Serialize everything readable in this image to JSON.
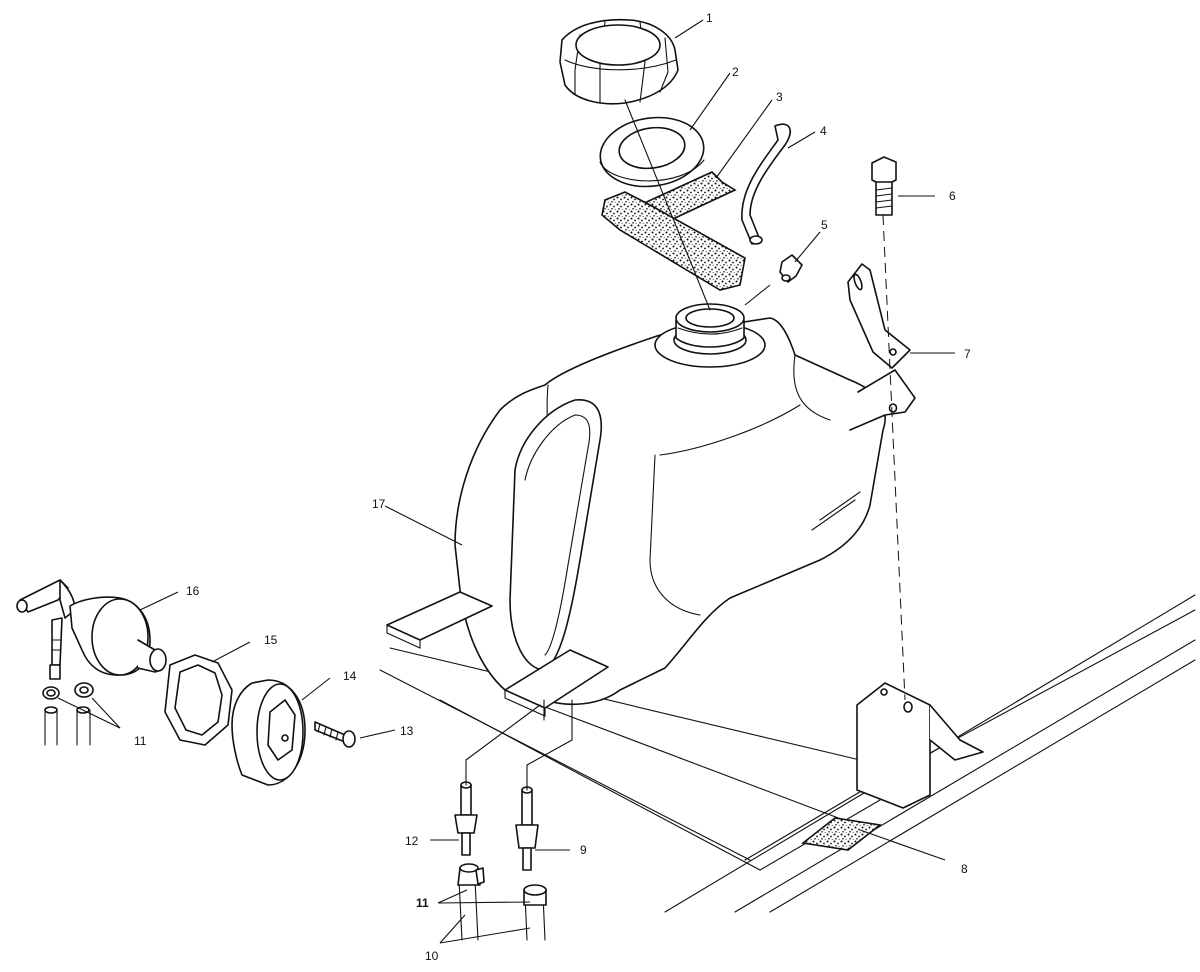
{
  "diagram": {
    "callouts": [
      {
        "id": "1",
        "label": "1"
      },
      {
        "id": "2",
        "label": "2"
      },
      {
        "id": "3",
        "label": "3"
      },
      {
        "id": "4",
        "label": "4"
      },
      {
        "id": "5",
        "label": "5"
      },
      {
        "id": "6",
        "label": "6"
      },
      {
        "id": "7",
        "label": "7"
      },
      {
        "id": "8",
        "label": "8"
      },
      {
        "id": "9",
        "label": "9"
      },
      {
        "id": "10",
        "label": "10"
      },
      {
        "id": "11a",
        "label": "11"
      },
      {
        "id": "11b",
        "label": "11"
      },
      {
        "id": "12",
        "label": "12"
      },
      {
        "id": "13",
        "label": "13"
      },
      {
        "id": "14",
        "label": "14"
      },
      {
        "id": "15",
        "label": "15"
      },
      {
        "id": "16",
        "label": "16"
      },
      {
        "id": "17",
        "label": "17"
      }
    ],
    "parts": [
      {
        "id": "1",
        "name": "fuel-cap"
      },
      {
        "id": "2",
        "name": "cap-gasket"
      },
      {
        "id": "3",
        "name": "foam-pad"
      },
      {
        "id": "4",
        "name": "vent-hose"
      },
      {
        "id": "5",
        "name": "vent-fitting"
      },
      {
        "id": "6",
        "name": "bolt"
      },
      {
        "id": "7",
        "name": "mount-bracket"
      },
      {
        "id": "8",
        "name": "frame-pad"
      },
      {
        "id": "9",
        "name": "fitting"
      },
      {
        "id": "10",
        "name": "fuel-line"
      },
      {
        "id": "11",
        "name": "hose-clamp"
      },
      {
        "id": "12",
        "name": "fitting"
      },
      {
        "id": "13",
        "name": "screw"
      },
      {
        "id": "14",
        "name": "gauge-housing"
      },
      {
        "id": "15",
        "name": "lock-nut"
      },
      {
        "id": "16",
        "name": "fuel-filter"
      },
      {
        "id": "17",
        "name": "fuel-tank"
      }
    ]
  }
}
